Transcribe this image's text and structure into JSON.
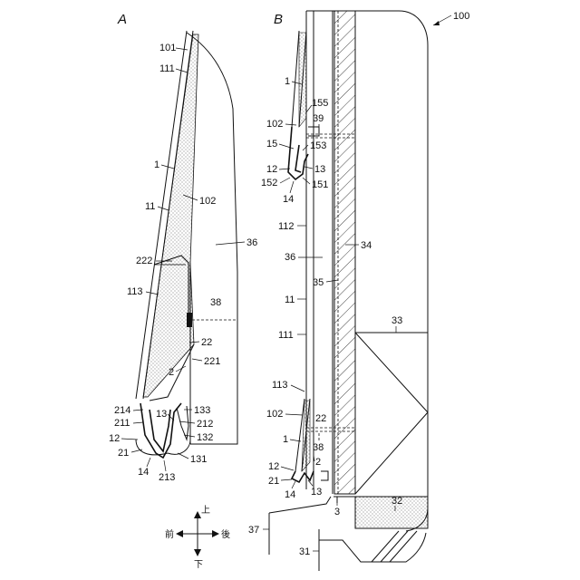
{
  "panels": {
    "a_label": "A",
    "b_label": "B",
    "figure_ref": "100"
  },
  "panel_a": {
    "labels": [
      "101",
      "111",
      "1",
      "11",
      "102",
      "36",
      "222",
      "113",
      "38",
      "22",
      "221",
      "2",
      "214",
      "211",
      "13",
      "133",
      "212",
      "132",
      "12",
      "21",
      "131",
      "14",
      "213"
    ]
  },
  "panel_b": {
    "labels": [
      "1",
      "155",
      "39",
      "102",
      "15",
      "153",
      "12",
      "13",
      "152",
      "151",
      "14",
      "112",
      "34",
      "36",
      "35",
      "11",
      "111",
      "33",
      "113",
      "102",
      "22",
      "1",
      "38",
      "2",
      "12",
      "21",
      "14",
      "13",
      "32",
      "3",
      "37",
      "31"
    ]
  },
  "compass": {
    "up": "上",
    "down": "下",
    "front": "前",
    "back": "後"
  }
}
